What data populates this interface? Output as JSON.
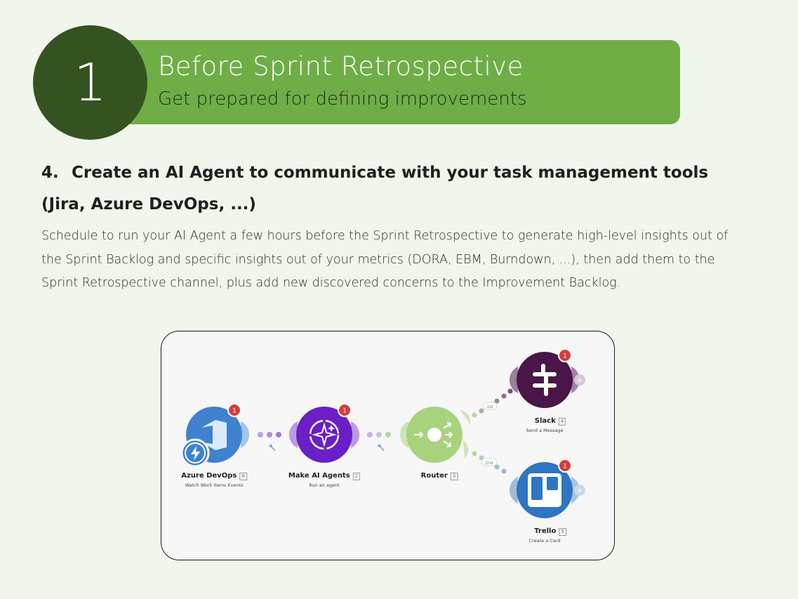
{
  "header": {
    "step_number": "1",
    "title": "Before Sprint Retrospective",
    "subtitle": "Get prepared for defining improvements"
  },
  "section": {
    "number": "4.",
    "heading_line1": "Create an AI Agent to communicate with your task management tools",
    "heading_line2": "(Jira, Azure DevOps, ...)",
    "paragraph": "Schedule to run your AI Agent a few hours before the Sprint Retrospective to generate high-level insights out of the Sprint Backlog and specific insights out of your metrics (DORA, EBM, Burndown, ...), then add them to the Sprint Retrospective channel, plus add new discovered concerns to the Improvement Backlog."
  },
  "workflow": {
    "nodes": [
      {
        "name": "Azure DevOps",
        "index": "6",
        "action": "Watch Work Items Events",
        "badge": "1",
        "color": "#3f82d0",
        "icon": "azure-devops-icon"
      },
      {
        "name": "Make AI Agents",
        "index": "2",
        "action": "Run an agent",
        "badge": "1",
        "color": "#6a1fc7",
        "icon": "ai-agent-icon"
      },
      {
        "name": "Router",
        "index": "3",
        "action": "",
        "badge": "",
        "color": "#a9d27d",
        "icon": "router-icon"
      },
      {
        "name": "Slack",
        "index": "4",
        "action": "Send a Message",
        "badge": "1",
        "color": "#4a1548",
        "icon": "slack-icon"
      },
      {
        "name": "Trello",
        "index": "5",
        "action": "Create a Card",
        "badge": "1",
        "color": "#2f75c2",
        "icon": "trello-icon"
      }
    ],
    "routes": [
      "1st",
      "2nd"
    ]
  }
}
